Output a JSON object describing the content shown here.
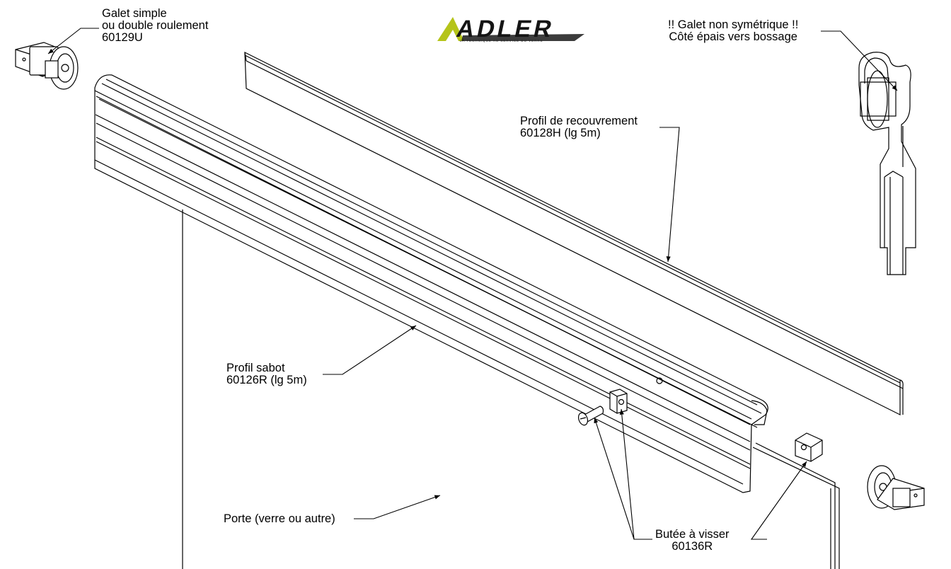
{
  "logo": {
    "wordmark": "ADLER",
    "tagline": "LA TECHNIQUE AU SERVICE DU VERRE",
    "accent_color": "#b5c41a",
    "dark_color": "#1a1a1a"
  },
  "labels": {
    "galet_simple": {
      "line1": "Galet simple",
      "line2": "ou double roulement",
      "line3": "60129U"
    },
    "galet_non_sym": {
      "line1": "!! Galet non symétrique !!",
      "line2": "Côté épais vers bossage"
    },
    "profil_recouvrement": {
      "line1": "Profil de recouvrement",
      "line2": "60128H (lg 5m)"
    },
    "profil_sabot": {
      "line1": "Profil sabot",
      "line2": "60126R (lg 5m)"
    },
    "porte": {
      "line1": "Porte (verre ou autre)"
    },
    "butee": {
      "line1": "Butée à visser",
      "line2": "60136R"
    }
  },
  "icons": {
    "roller_top_left": "roller-carriage-icon",
    "roller_bottom_right": "roller-carriage-icon",
    "cross_section": "profile-section-icon",
    "stop_block": "stop-block-icon",
    "screw": "screw-icon"
  }
}
